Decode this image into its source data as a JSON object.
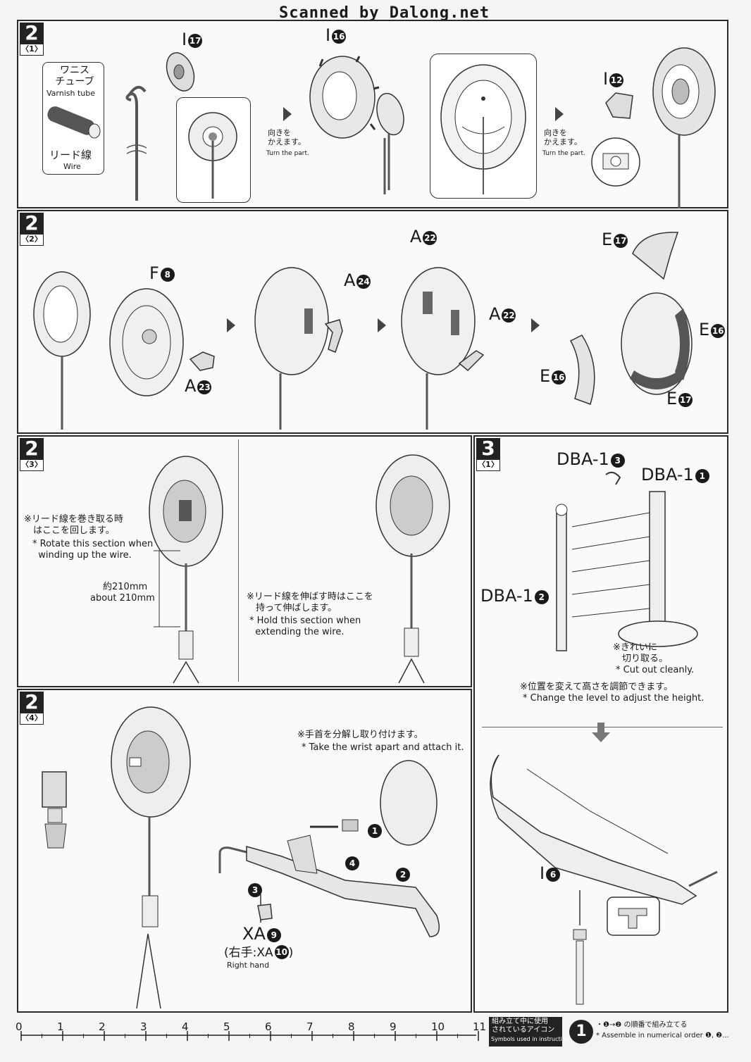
{
  "header": {
    "title": "Scanned by Dalong.net"
  },
  "steps": {
    "s2_1": {
      "num": "2",
      "sub": "〈1〉",
      "labels": {
        "varnish_jp": "ワニス\nチューブ",
        "varnish_en": "Varnish tube",
        "wire_jp": "リード線",
        "wire_en": "Wire",
        "i17": "I",
        "i17n": "17",
        "i16": "I",
        "i16n": "16",
        "i12": "I",
        "i12n": "12"
      },
      "turn_jp": "向きを\nかえます。",
      "turn_en": "Turn the part."
    },
    "s2_2": {
      "num": "2",
      "sub": "〈2〉",
      "labels": {
        "f": "F",
        "fn": "8",
        "a23": "A",
        "a23n": "23",
        "a24": "A",
        "a24n": "24",
        "a22a": "A",
        "a22an": "22",
        "a22b": "A",
        "a22bn": "22",
        "e17a": "E",
        "e17an": "17",
        "e16a": "E",
        "e16an": "16",
        "e16b": "E",
        "e16bn": "16",
        "e17b": "E",
        "e17bn": "17"
      }
    },
    "s2_3": {
      "num": "2",
      "sub": "〈3〉",
      "note1_jp": "※リード線を巻き取る時\n　はここを回します。",
      "note1_en": "* Rotate this section when\n  winding up the wire.",
      "len_jp": "約210mm",
      "len_en": "about 210mm",
      "note2_jp": "※リード線を伸ばす時はここを\n　持って伸ばします。",
      "note2_en": "* Hold this section when\n  extending the wire."
    },
    "s3_1": {
      "num": "3",
      "sub": "〈1〉",
      "dba3": "DBA-1",
      "dba3n": "3",
      "dba1": "DBA-1",
      "dba1n": "1",
      "dba2": "DBA-1",
      "dba2n": "2",
      "cut_jp": "※きれいに\n　切り取る。",
      "cut_en": "* Cut out cleanly.",
      "level_jp": "※位置を変えて高さを調節できます。",
      "level_en": "* Change the level to adjust the height.",
      "i6": "I",
      "i6n": "6"
    },
    "s2_4": {
      "num": "2",
      "sub": "〈4〉",
      "wrist_jp": "※手首を分解し取り付けます。",
      "wrist_en": "* Take the wrist apart and attach it.",
      "xa": "XA",
      "xan": "9",
      "rh_jp": "(右手:XA",
      "rh_n": "10",
      "rh_close": ")",
      "rh_en": "Right hand",
      "seq": [
        "1",
        "2",
        "3",
        "4"
      ]
    }
  },
  "ruler": {
    "ticks": [
      "0",
      "1",
      "2",
      "3",
      "4",
      "5",
      "6",
      "7",
      "8",
      "9",
      "10",
      "11"
    ]
  },
  "legend": {
    "title_jp": "組み立て中に使用\nされているアイコン",
    "title_en": "Symbols used in instructions",
    "icon": "1",
    "line1": "・❶→❷ の順番で組み立てる",
    "line2": "* Assemble in numerical order ❶, ❷..."
  }
}
